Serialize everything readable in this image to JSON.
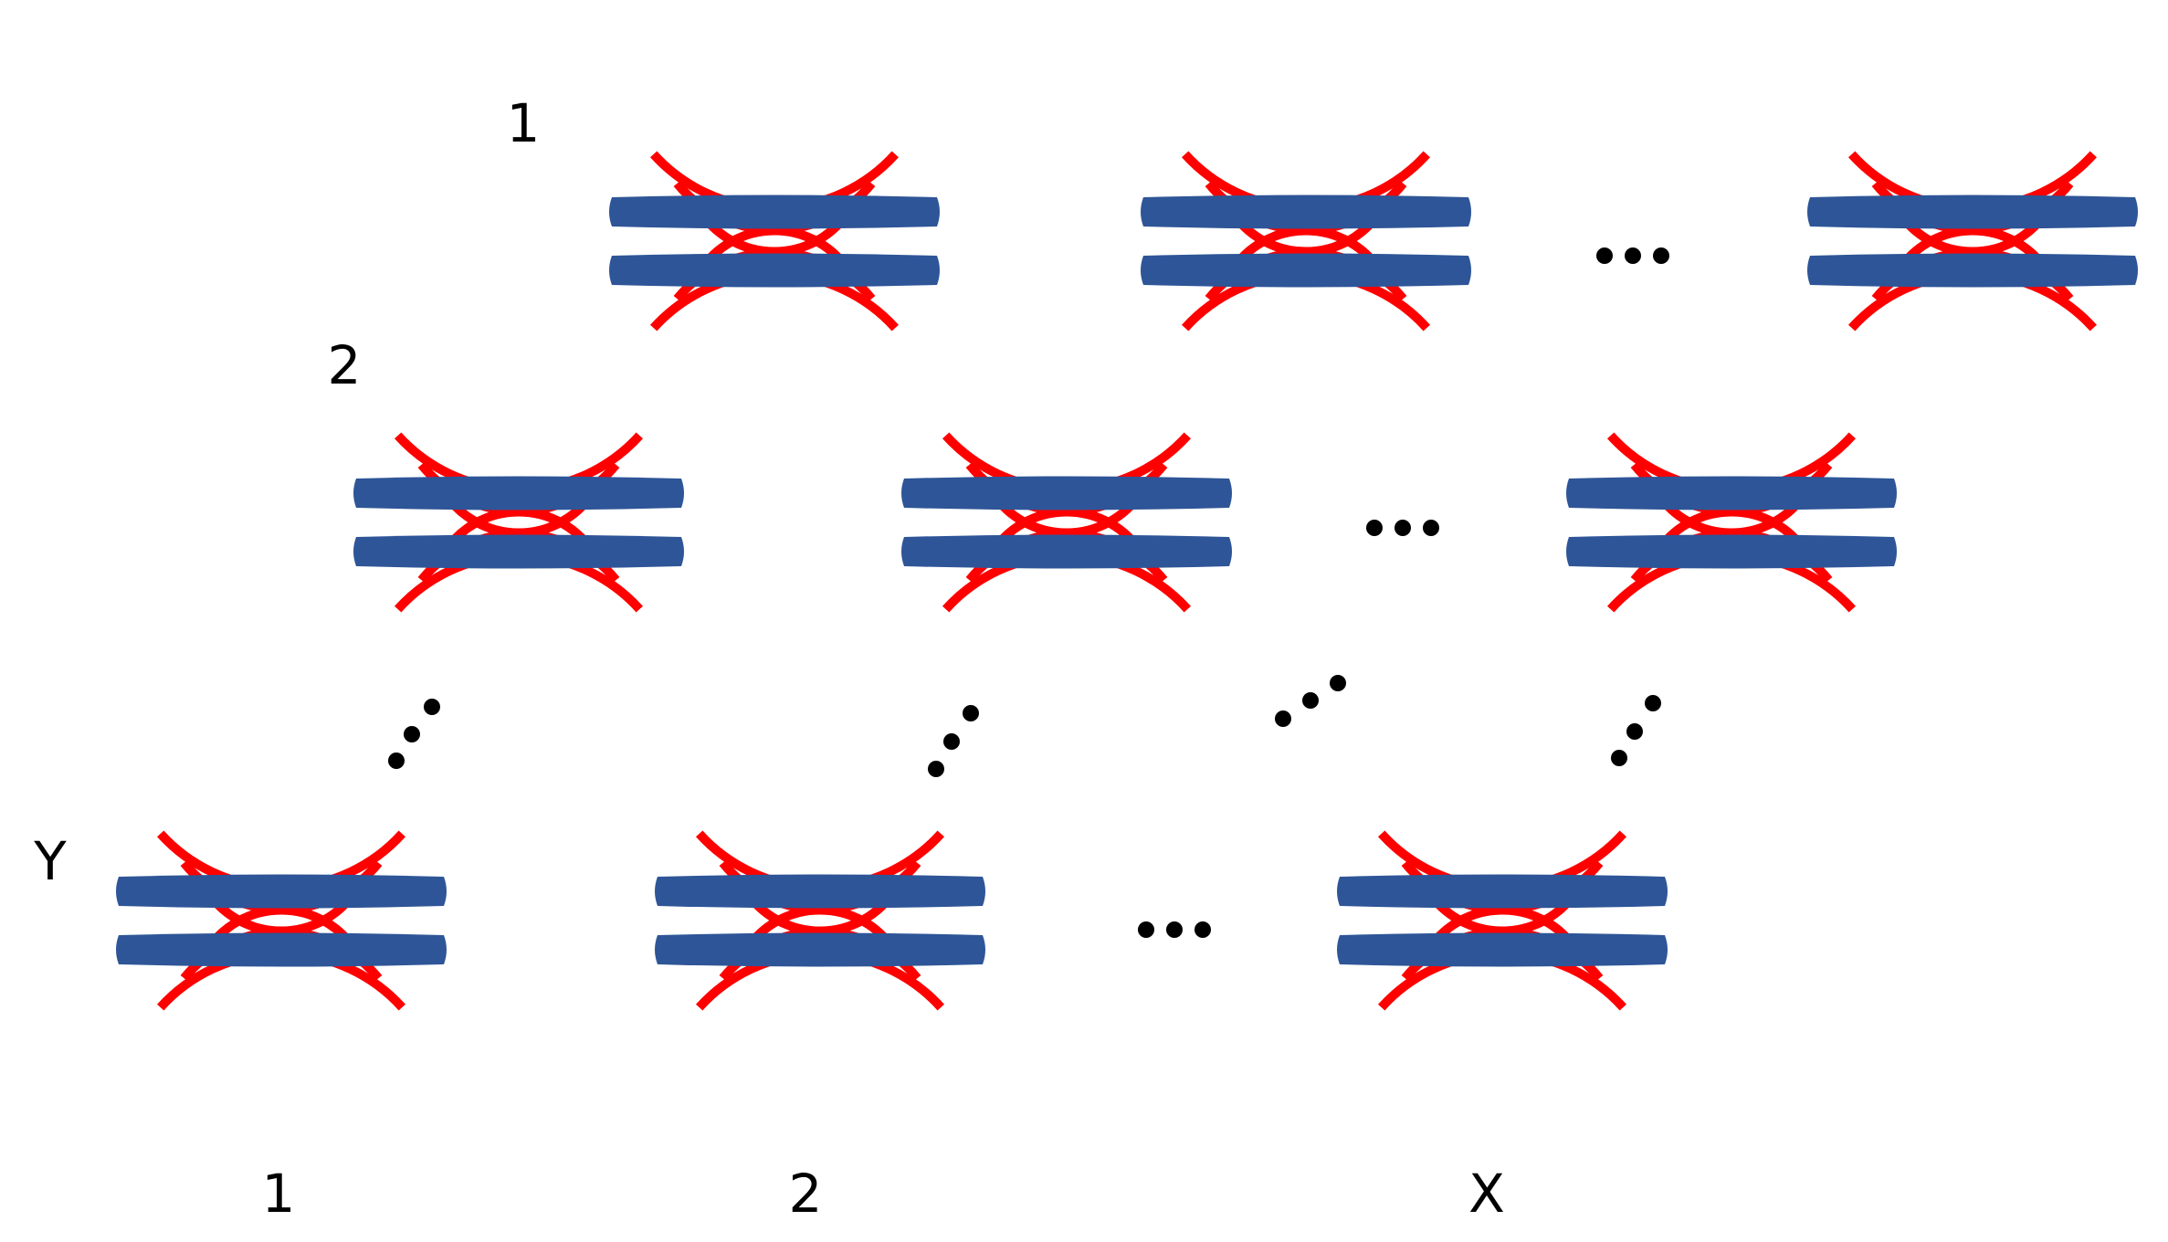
{
  "colors": {
    "arc": "#ff0000",
    "slab": "#2e5597",
    "text": "#000000",
    "dot": "#000000"
  },
  "labels": {
    "row_top": "1",
    "row_middle": "2",
    "row_bottom": "Y",
    "col_first": "1",
    "col_second": "2",
    "col_last": "X"
  }
}
